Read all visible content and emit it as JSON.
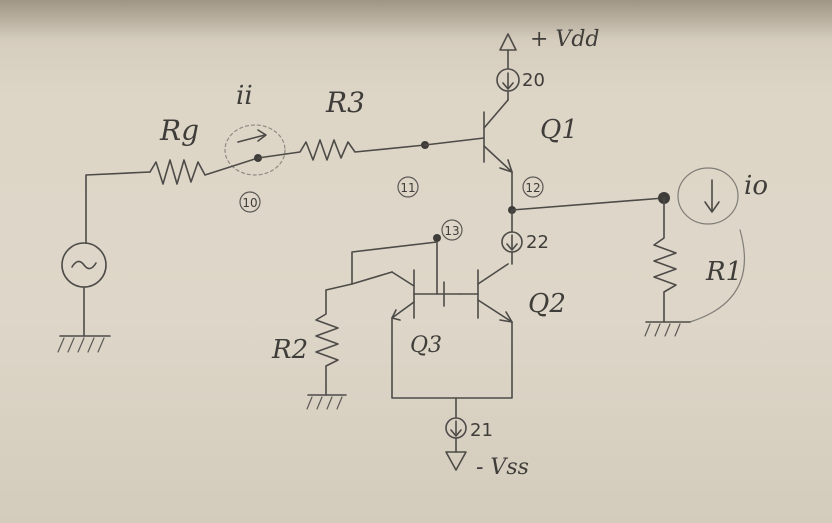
{
  "labels": {
    "rg": "Rg",
    "ii": "ii",
    "r3": "R3",
    "q1": "Q1",
    "q2": "Q2",
    "q3": "Q3",
    "r2": "R2",
    "r1": "R1",
    "io": "io",
    "vdd": "+ Vdd",
    "vss": "- Vss"
  },
  "nodes": {
    "n10": "10",
    "n11": "11",
    "n12": "12",
    "n13": "13"
  },
  "sources": {
    "s20": "20",
    "s21": "21",
    "s22": "22"
  }
}
